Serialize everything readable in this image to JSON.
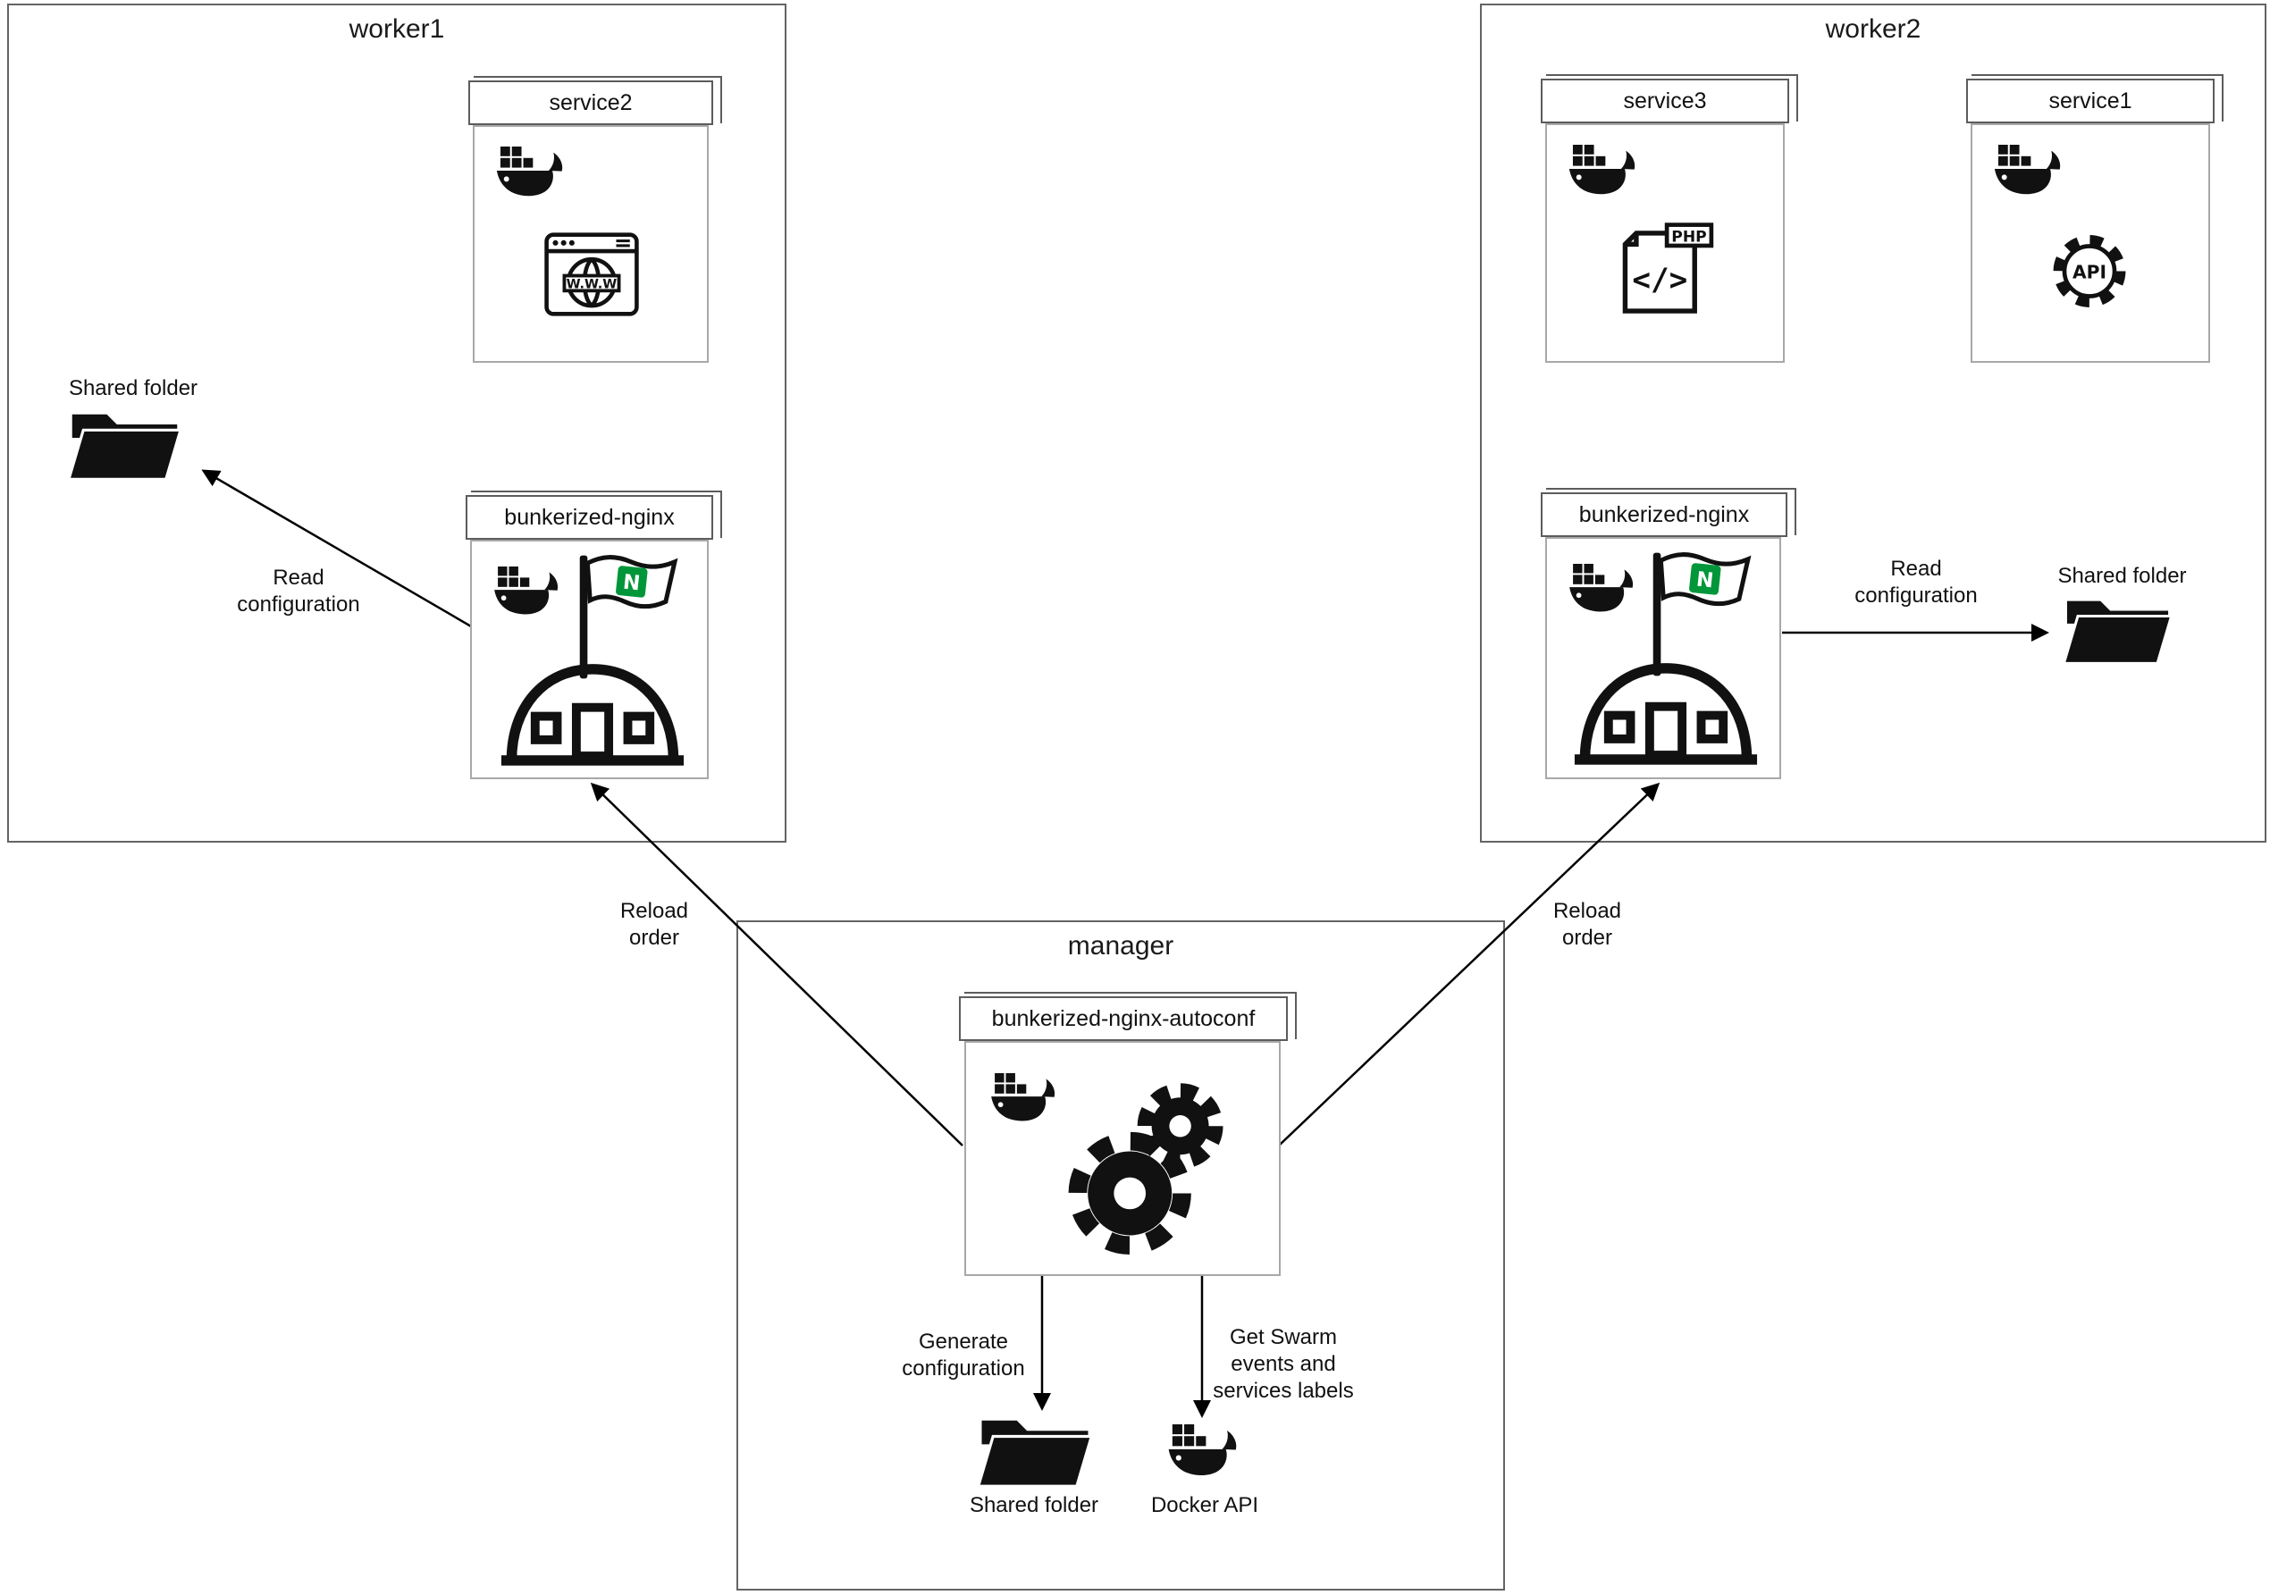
{
  "groups": {
    "worker1": {
      "title": "worker1"
    },
    "worker2": {
      "title": "worker2"
    },
    "manager": {
      "title": "manager"
    }
  },
  "nodes": {
    "service2": {
      "title": "service2",
      "icons": [
        "docker-whale-icon",
        "www-browser-icon"
      ]
    },
    "service3": {
      "title": "service3",
      "icons": [
        "docker-whale-icon",
        "php-file-icon"
      ]
    },
    "service1": {
      "title": "service1",
      "icons": [
        "docker-whale-icon",
        "api-gear-icon"
      ]
    },
    "bunkerized_nginx_w1": {
      "title": "bunkerized-nginx",
      "icons": [
        "docker-whale-icon",
        "nginx-flag-icon",
        "bunker-icon"
      ]
    },
    "bunkerized_nginx_w2": {
      "title": "bunkerized-nginx",
      "icons": [
        "docker-whale-icon",
        "nginx-flag-icon",
        "bunker-icon"
      ]
    },
    "autoconf": {
      "title": "bunkerized-nginx-autoconf",
      "icons": [
        "docker-whale-icon",
        "gears-icon"
      ]
    }
  },
  "endpoints": {
    "shared_folder_w1": {
      "label": "Shared folder",
      "icon": "folder-icon"
    },
    "shared_folder_w2": {
      "label": "Shared folder",
      "icon": "folder-icon"
    },
    "shared_folder_manager": {
      "label": "Shared folder",
      "icon": "folder-icon"
    },
    "docker_api": {
      "label": "Docker API",
      "icon": "docker-whale-icon"
    }
  },
  "edges": {
    "read_configuration_w1": {
      "label": "Read\nconfiguration"
    },
    "read_configuration_w2": {
      "label": "Read\nconfiguration"
    },
    "reload_order_w1": {
      "label": "Reload\norder"
    },
    "reload_order_w2": {
      "label": "Reload\norder"
    },
    "generate_configuration": {
      "label": "Generate\nconfiguration"
    },
    "get_swarm_events": {
      "label": "Get Swarm\nevents and\nservices labels"
    }
  },
  "colors": {
    "nginx_green": "#009639",
    "icon_black": "#111111",
    "group_border": "#646464",
    "body_border": "#a8a8a8",
    "arrow": "#000000"
  }
}
